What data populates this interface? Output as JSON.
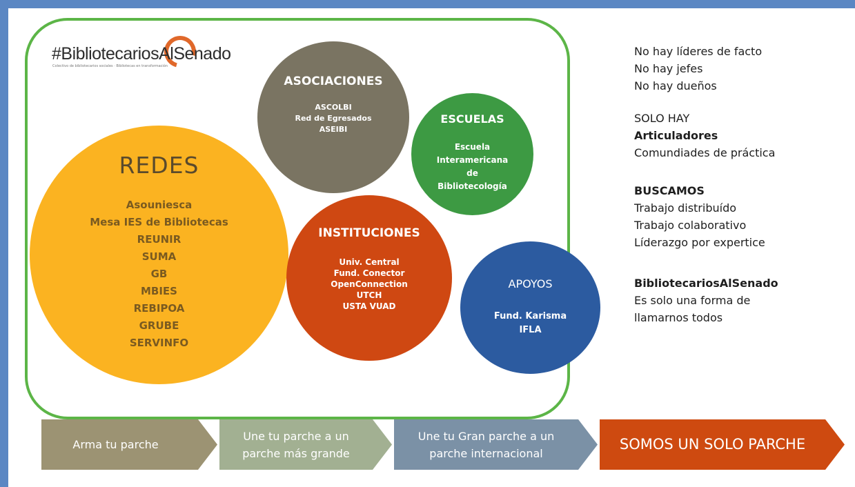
{
  "logo": {
    "text": "#BibliotecariosAlSenado",
    "subtitle": "Colectivo de bibliotecarios sociales · Bibliotecas en transformación"
  },
  "circles": {
    "redes": {
      "title": "REDES",
      "items": [
        "Asouniesca",
        "Mesa IES de Bibliotecas",
        "REUNIR",
        "SUMA",
        "GB",
        "MBIES",
        "REBIPOA",
        "GRUBE",
        "SERVINFO"
      ],
      "color": "#fbb321"
    },
    "asociaciones": {
      "title": "ASOCIACIONES",
      "items": [
        "ASCOLBI",
        "Red de Egresados",
        "ASEIBI"
      ],
      "color": "#7a7462"
    },
    "escuelas": {
      "title": "ESCUELAS",
      "items": [
        "Escuela",
        "Interamericana",
        "de",
        "Bibliotecología"
      ],
      "color": "#3d9a43"
    },
    "instituciones": {
      "title": "INSTITUCIONES",
      "items": [
        "Univ. Central",
        "Fund. Conector",
        "OpenConnection",
        "UTCH",
        "USTA VUAD"
      ],
      "color": "#cf4812"
    },
    "apoyos": {
      "title": "APOYOS",
      "items": [
        "Fund. Karisma",
        "IFLA"
      ],
      "color": "#2c5ba0"
    }
  },
  "notes": {
    "block1": [
      "No hay líderes de facto",
      "No hay jefes",
      "No hay dueños"
    ],
    "block2": {
      "heading": "SOLO HAY",
      "lines": [
        "Articuladores",
        "Comundiades de práctica"
      ]
    },
    "block3": {
      "heading": "BUSCAMOS",
      "lines": [
        "Trabajo distribuído",
        "Trabajo colaborativo",
        "Líderazgo por expertice"
      ]
    },
    "block4": {
      "heading": "BibliotecariosAlSenado",
      "lines": [
        "Es solo una forma de",
        "llamarnos todos"
      ]
    }
  },
  "steps": [
    {
      "label": "Arma tu parche",
      "color": "#9c9373"
    },
    {
      "label": "Une tu parche a un parche más grande",
      "line1": "Une tu parche a un",
      "line2": "parche más grande",
      "color": "#a2b092"
    },
    {
      "label": "Une tu Gran parche a un parche internacional",
      "line1": "Une tu Gran parche a un",
      "line2": "parche internacional",
      "color": "#7b91a6"
    },
    {
      "label": "SOMOS UN SOLO PARCHE",
      "color": "#ce4a10"
    }
  ]
}
